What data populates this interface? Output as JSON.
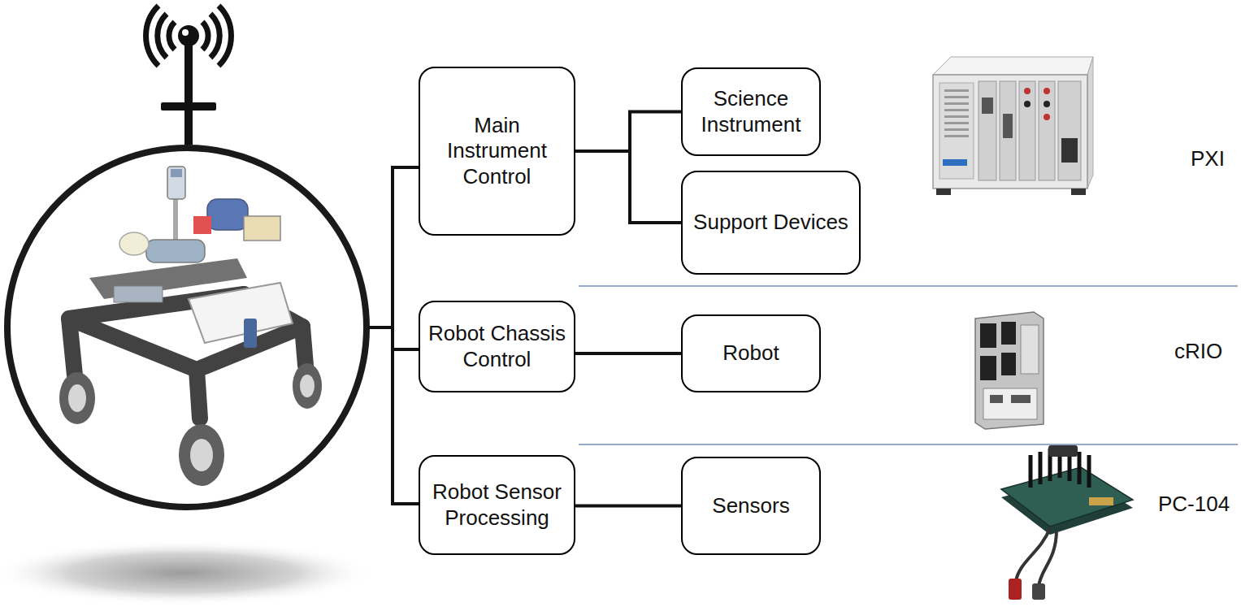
{
  "diagram": {
    "nodes": [
      {
        "text": [
          "Main Instrument Control"
        ]
      },
      {
        "text": [
          "Science Instrument"
        ]
      },
      {
        "text": [
          "Support Devices"
        ]
      },
      {
        "text": [
          "Robot Chassis Control"
        ]
      },
      {
        "text": [
          "Robot"
        ]
      },
      {
        "text": [
          "Robot Sensor Processing"
        ]
      },
      {
        "text": [
          "Sensors"
        ]
      }
    ],
    "edges": [
      {
        "from": 0,
        "to": 1,
        "arrow": "none"
      },
      {
        "from": 0,
        "to": 2,
        "arrow": "none"
      },
      {
        "from": 3,
        "to": 4,
        "arrow": "none"
      },
      {
        "from": 5,
        "to": 6,
        "arrow": "none"
      }
    ],
    "labels": [
      "PXI",
      "cRIO",
      "PC-104"
    ]
  }
}
